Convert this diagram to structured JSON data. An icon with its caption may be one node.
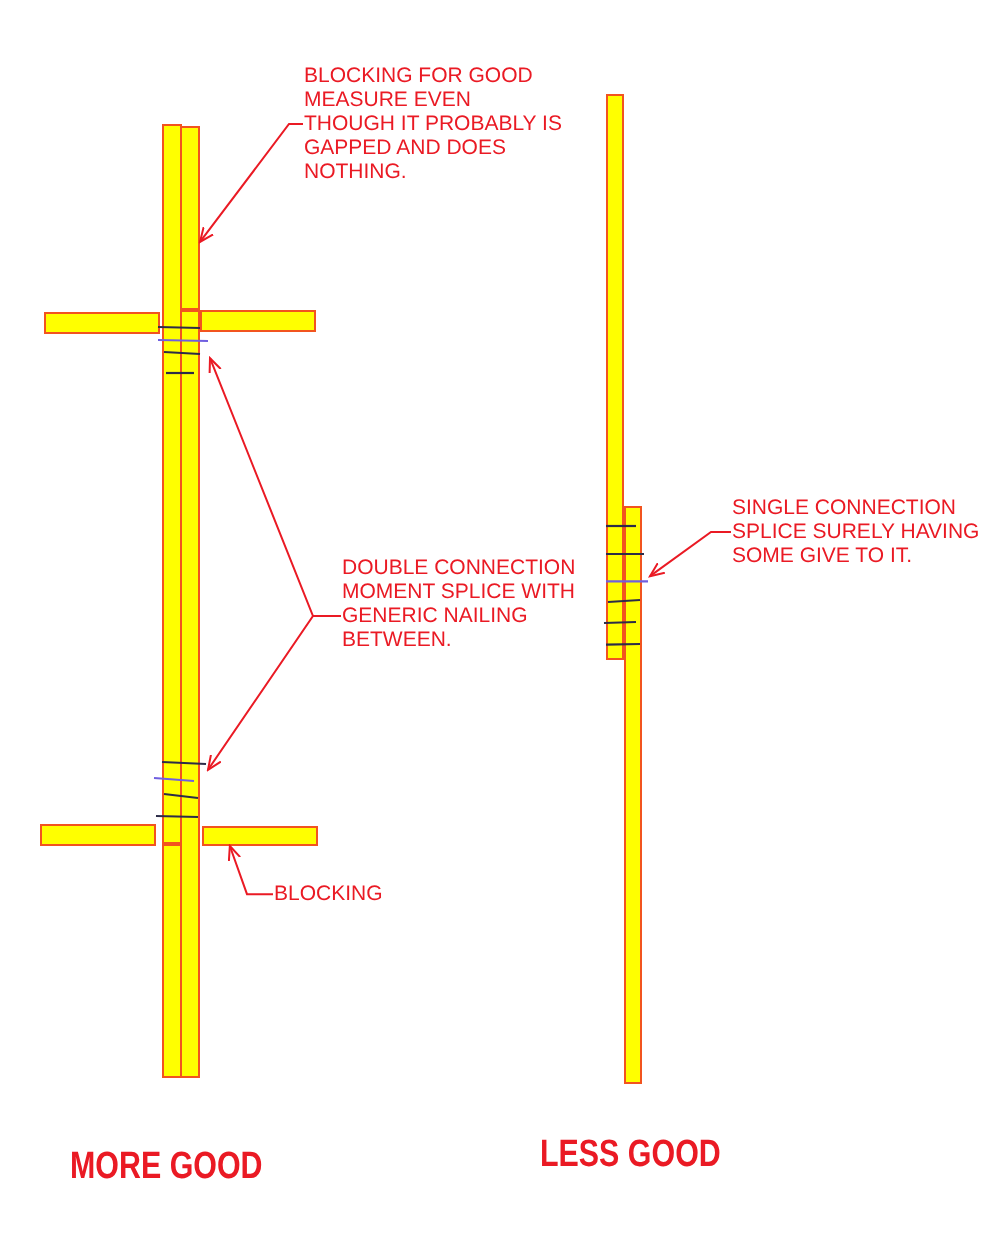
{
  "diagram": {
    "nodes": [
      {
        "text": [
          "BLOCKING FOR GOOD MEASURE EVEN THOUGH IT PROBABLY IS GAPPED AND DOES NOTHING."
        ]
      },
      {
        "text": [],
        "shape": "bar"
      },
      {
        "text": [],
        "shape": "bar"
      },
      {
        "text": [],
        "shape": "bar"
      },
      {
        "text": [],
        "shape": "bar"
      },
      {
        "text": [],
        "shape": "bar"
      },
      {
        "text": [],
        "shape": "bar"
      },
      {
        "text": [],
        "shape": "picture"
      },
      {
        "text": [
          "SINGLE CONNECTION SPLICE SURELY HAVING SOME GIVE TO IT."
        ]
      },
      {
        "text": [],
        "shape": "bar"
      },
      {
        "text": [],
        "shape": "picture"
      },
      {
        "text": [
          "DOUBLE CONNECTION MOMENT SPLICE WITH GENERIC NAILING BETWEEN."
        ]
      },
      {
        "text": [],
        "shape": "picture"
      },
      {
        "text": [],
        "shape": "bar"
      },
      {
        "text": [],
        "shape": "bar"
      },
      {
        "text": [],
        "shape": "bar"
      },
      {
        "text": [
          "BLOCKING"
        ]
      }
    ],
    "edges": [
      {
        "from": 0,
        "to": 3,
        "arrow": "to"
      },
      {
        "from": 11,
        "to": 7,
        "arrow": "to"
      },
      {
        "from": 11,
        "to": 12,
        "arrow": "to"
      },
      {
        "from": 16,
        "to": 14,
        "arrow": "to"
      },
      {
        "from": 8,
        "to": 10,
        "arrow": "to"
      }
    ],
    "labels": [
      "MORE GOOD",
      "LESS GOOD"
    ]
  }
}
